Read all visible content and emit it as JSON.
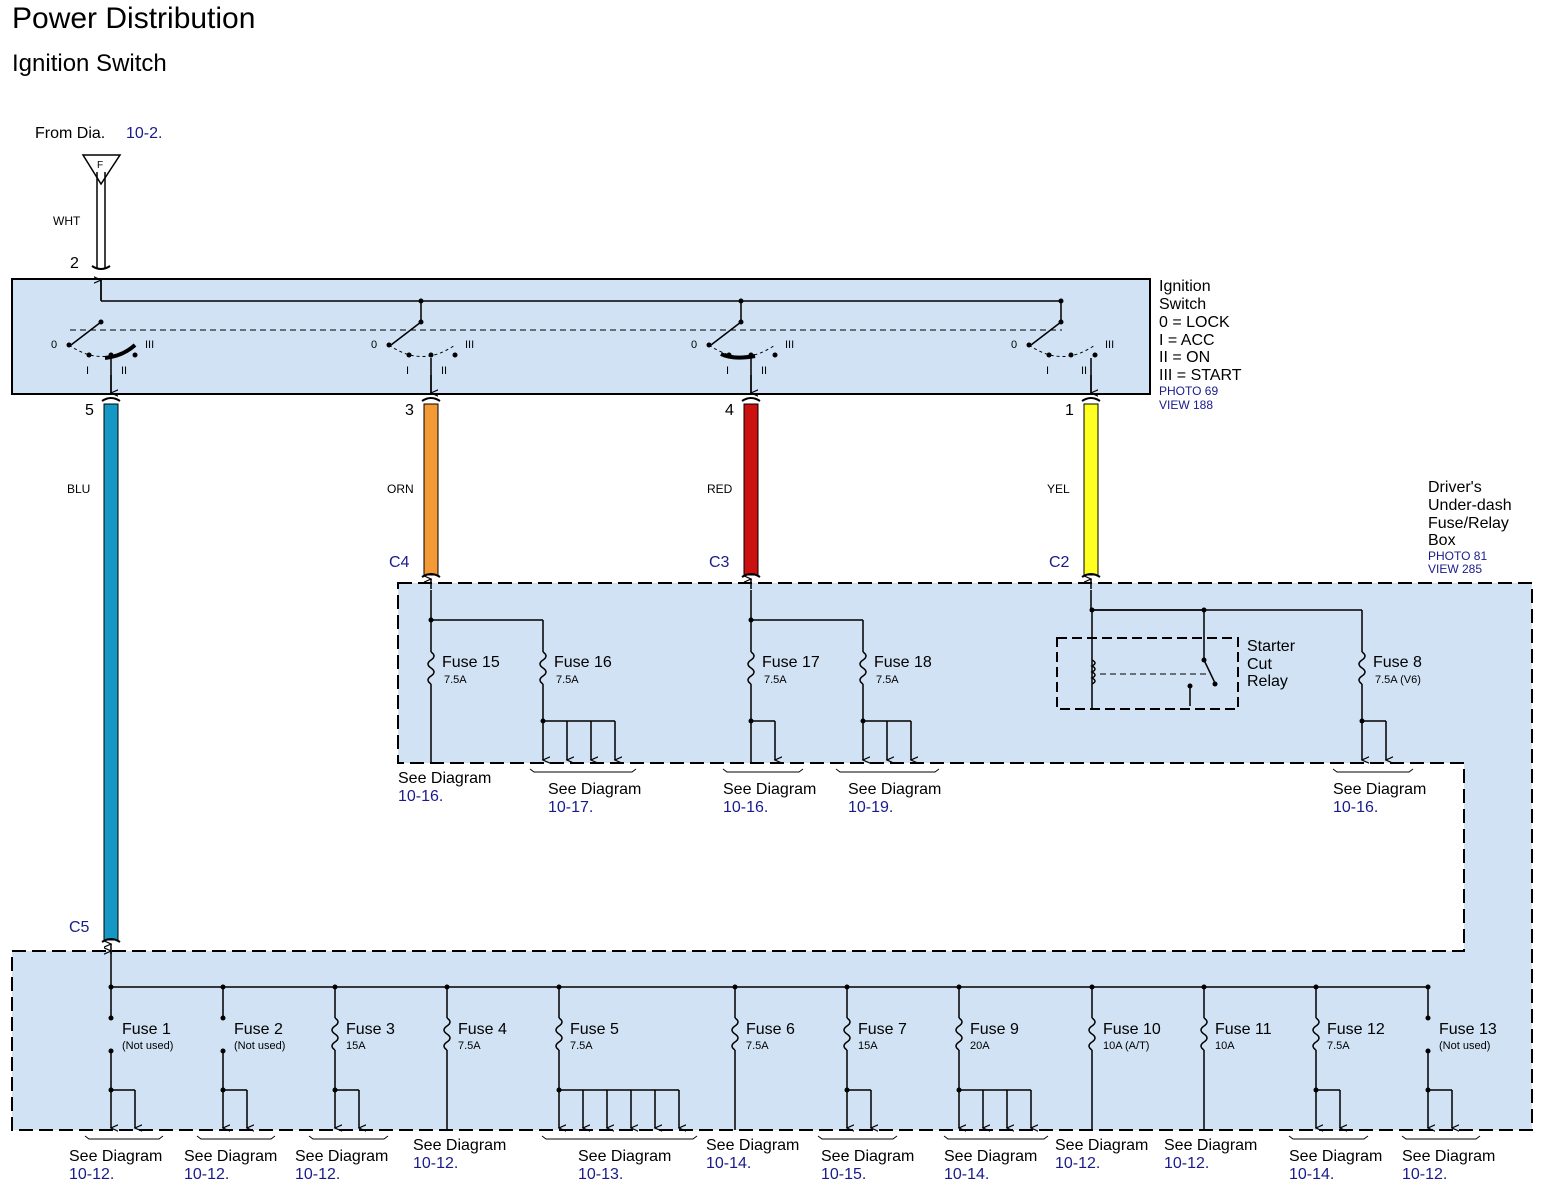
{
  "header": {
    "title": "Power Distribution",
    "subtitle": "Ignition Switch"
  },
  "source": {
    "label": "From Dia.",
    "ref": "10-2.",
    "pin_letter": "F",
    "wire_color": "WHT",
    "pin_number": "2"
  },
  "ignition_switch": {
    "name_line1": "Ignition",
    "name_line2": "Switch",
    "positions": [
      "0 = LOCK",
      "I = ACC",
      "II = ON",
      "III = START"
    ],
    "photo": "PHOTO 69",
    "view": "VIEW 188",
    "contact_labels": {
      "p0": "0",
      "p1": "I",
      "p2": "II",
      "p3": "III"
    }
  },
  "outputs": [
    {
      "pin": "5",
      "wire": "BLU",
      "connector": "C5",
      "color": "#1599c4"
    },
    {
      "pin": "3",
      "wire": "ORN",
      "connector": "C4",
      "color": "#f39935"
    },
    {
      "pin": "4",
      "wire": "RED",
      "connector": "C3",
      "color": "#cc1111"
    },
    {
      "pin": "1",
      "wire": "YEL",
      "connector": "C2",
      "color": "#ffff22"
    }
  ],
  "fuse_box": {
    "lines": [
      "Driver's",
      "Under-dash",
      "Fuse/Relay",
      "Box"
    ],
    "photo": "PHOTO 81",
    "view": "VIEW 285",
    "relay_lines": [
      "Starter",
      "Cut",
      "Relay"
    ]
  },
  "upper_fuses": [
    {
      "name": "Fuse 15",
      "rating": "7.5A"
    },
    {
      "name": "Fuse 16",
      "rating": "7.5A"
    },
    {
      "name": "Fuse 17",
      "rating": "7.5A"
    },
    {
      "name": "Fuse 18",
      "rating": "7.5A"
    },
    {
      "name": "Fuse 8",
      "rating": "7.5A (V6)"
    }
  ],
  "upper_refs": [
    {
      "label": "See Diagram",
      "ref": "10-16."
    },
    {
      "label": "See Diagram",
      "ref": "10-17."
    },
    {
      "label": "See Diagram",
      "ref": "10-16."
    },
    {
      "label": "See Diagram",
      "ref": "10-19."
    },
    {
      "label": "See Diagram",
      "ref": "10-16."
    }
  ],
  "lower_fuses": [
    {
      "name": "Fuse 1",
      "rating": "(Not used)"
    },
    {
      "name": "Fuse 2",
      "rating": "(Not used)"
    },
    {
      "name": "Fuse 3",
      "rating": "15A"
    },
    {
      "name": "Fuse 4",
      "rating": "7.5A"
    },
    {
      "name": "Fuse 5",
      "rating": "7.5A"
    },
    {
      "name": "Fuse 6",
      "rating": "7.5A"
    },
    {
      "name": "Fuse 7",
      "rating": "15A"
    },
    {
      "name": "Fuse 9",
      "rating": "20A"
    },
    {
      "name": "Fuse 10",
      "rating": "10A (A/T)"
    },
    {
      "name": "Fuse 11",
      "rating": "10A"
    },
    {
      "name": "Fuse 12",
      "rating": "7.5A"
    },
    {
      "name": "Fuse 13",
      "rating": "(Not used)"
    }
  ],
  "lower_refs": [
    {
      "label": "See Diagram",
      "ref": "10-12."
    },
    {
      "label": "See Diagram",
      "ref": "10-12."
    },
    {
      "label": "See Diagram",
      "ref": "10-12."
    },
    {
      "label": "See Diagram",
      "ref": "10-12."
    },
    {
      "label": "See Diagram",
      "ref": "10-13."
    },
    {
      "label": "See Diagram",
      "ref": "10-14."
    },
    {
      "label": "See Diagram",
      "ref": "10-15."
    },
    {
      "label": "See Diagram",
      "ref": "10-14."
    },
    {
      "label": "See Diagram",
      "ref": "10-12."
    },
    {
      "label": "See Diagram",
      "ref": "10-12."
    },
    {
      "label": "See Diagram",
      "ref": "10-14."
    },
    {
      "label": "See Diagram",
      "ref": "10-12."
    }
  ]
}
